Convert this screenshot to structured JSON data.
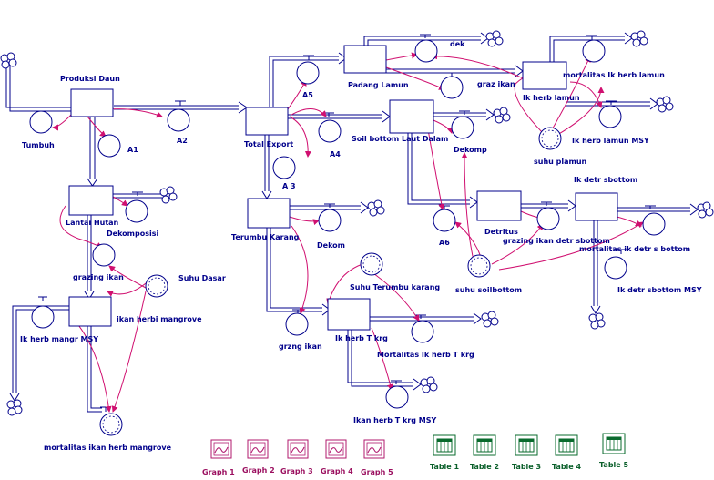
{
  "colors": {
    "stock_stroke": "#00008b",
    "flow": "#00008b",
    "connector": "#d01070",
    "cloud": "#00008b",
    "label": "#00008b",
    "graph_button": "#b0186e",
    "table_button": "#0a6b2e"
  },
  "stocks": {
    "produksi_daun": "Produksi Daun",
    "lantai_hutan": "Lantai Hutan",
    "ikan_herbi_mangrove": "ikan herbi mangrove",
    "total_export": "Total Export",
    "terumbu_karang": "Terumbu Karang",
    "ik_herb_t_krg": "Ik herb T krg",
    "padang_lamun": "Padang Lamun",
    "ik_herb_lamun": "Ik herb lamun",
    "soil_bottom": "Soil bottom Laut Dalam",
    "detritus": "Detritus",
    "ik_detr_sbottom": "Ik detr sbottom"
  },
  "converters": {
    "tumbuh": "Tumbuh",
    "a1": "A1",
    "a2": "A2",
    "dekomposisi": "Dekomposisi",
    "grazing_ikan": "grazing ikan",
    "suhu_dasar": "Suhu Dasar",
    "ik_herb_mangr_msy": "Ik herb mangr MSY",
    "mortalitas_ikan_herb_mangrove": "mortalitas ikan herb mangrove",
    "a3": "A 3",
    "a4": "A4",
    "a5": "A5",
    "dekom": "Dekom",
    "suhu_terumbu_karang": "Suhu Terumbu karang",
    "grzng_ikan": "grzng ikan",
    "mortalitas_ik_herb_t_krg": "Mortalitas Ik herb T krg",
    "ikan_herb_t_krg_msy": "Ikan herb T krg MSY",
    "dek": "dek",
    "graz_ikan": "graz ikan",
    "mortalitas_ik_herb_lamun": "mortalitas Ik herb lamun",
    "ik_herb_lamun_msy": "Ik herb lamun MSY",
    "suhu_plamun": "suhu plamun",
    "dekomp": "Dekomp",
    "a6": "A6",
    "grazing_ikan_detr_sbottom": "grazing ikan detr sbottom",
    "suhu_soilbottom": "suhu soilbottom",
    "mortalitas_ik_detr_s_bottom": "mortalitas ik detr s bottom",
    "ik_detr_sbottom_msy": "Ik detr sbottom MSY"
  },
  "graphs": [
    "Graph 1",
    "Graph 2",
    "Graph 3",
    "Graph 4",
    "Graph 5"
  ],
  "tables": [
    "Table 1",
    "Table 2",
    "Table 3",
    "Table 4",
    "Table 5"
  ]
}
